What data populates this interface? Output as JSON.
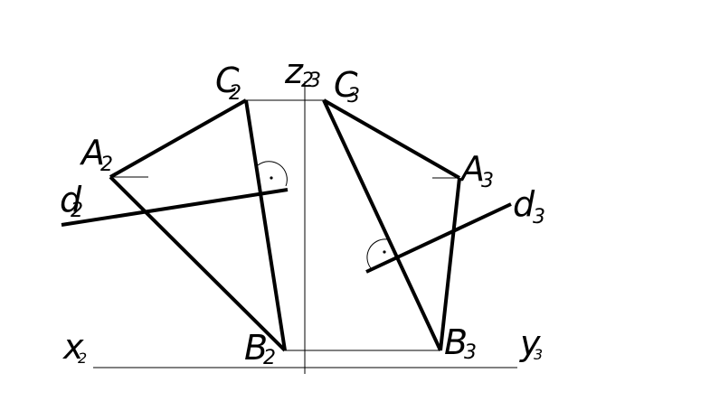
{
  "labels": {
    "z_main": "z",
    "z_sub": "2",
    "z_sub2": "3",
    "x_main": "x",
    "x_sub": "2",
    "y_main": "y",
    "y_sub": "3",
    "A2_main": "A",
    "A2_sub": "2",
    "B2_main": "B",
    "B2_sub": "2",
    "C2_main": "C",
    "C2_sub": "2",
    "d2_main": "d",
    "d2_sub": "2",
    "A3_main": "A",
    "A3_sub": "3",
    "B3_main": "B",
    "B3_sub": "3",
    "C3_main": "C",
    "C3_sub": "3",
    "d3_main": "d",
    "d3_sub": "3"
  },
  "colors": {
    "stroke": "#000000",
    "background": "#ffffff"
  }
}
